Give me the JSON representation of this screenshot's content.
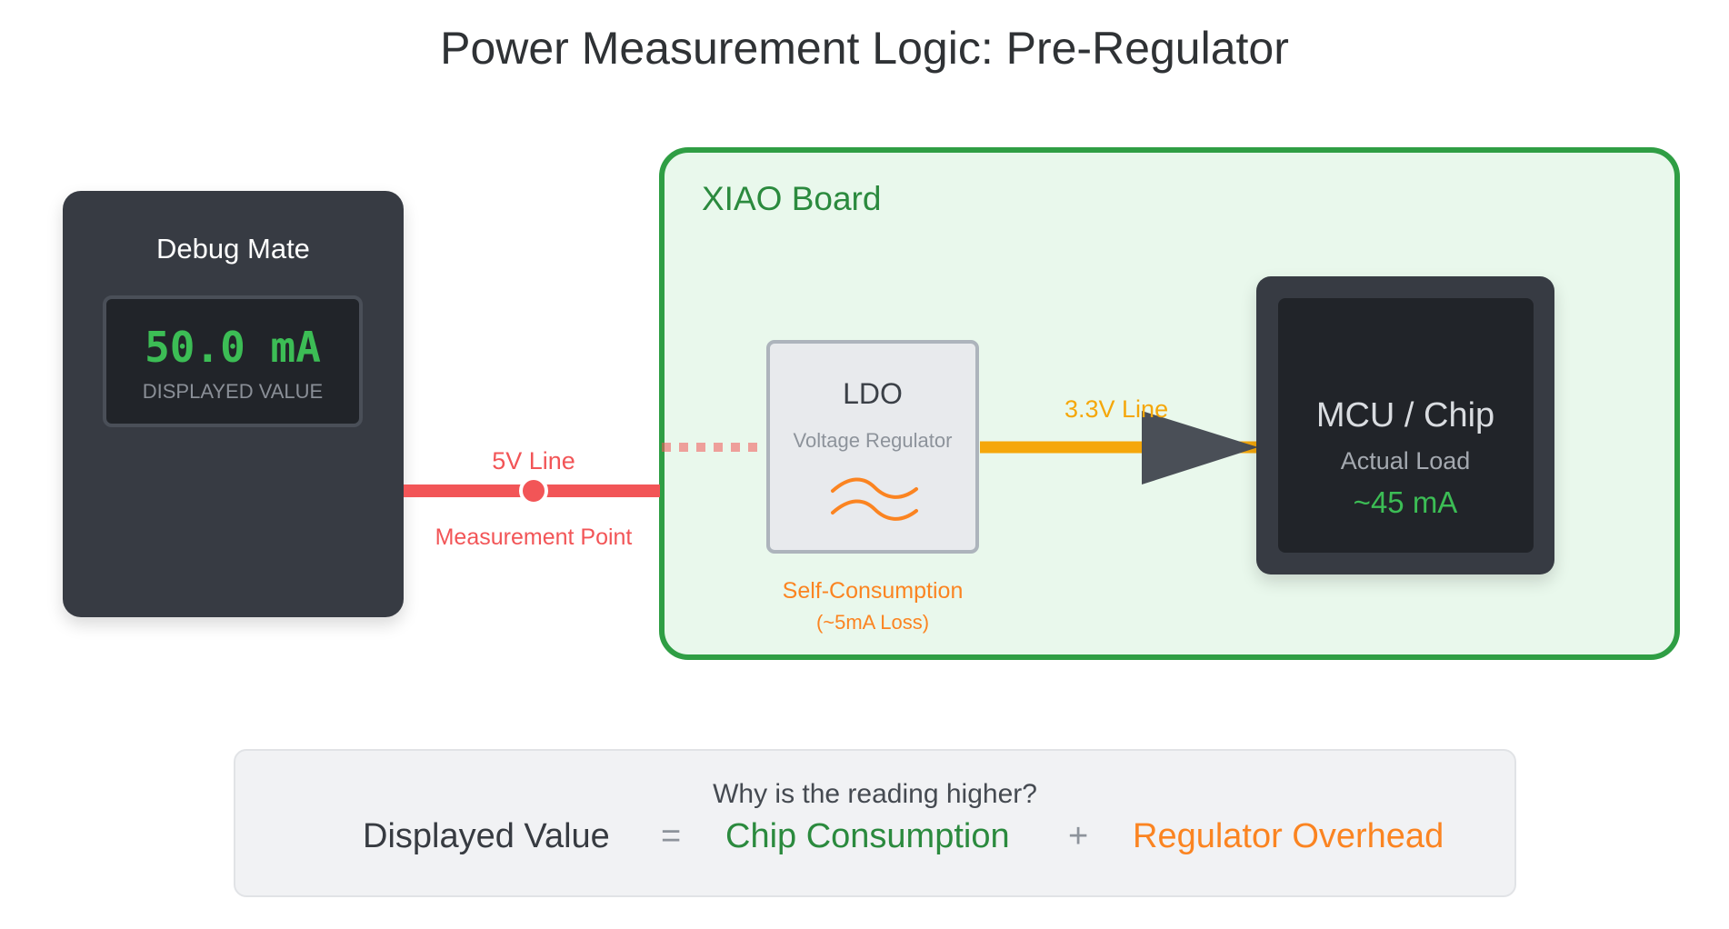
{
  "title": "Power Measurement Logic: Pre-Regulator",
  "debug_mate": {
    "title": "Debug Mate",
    "reading": "50.0 mA",
    "reading_label": "DISPLAYED VALUE"
  },
  "lines": {
    "five_volt_label": "5V Line",
    "measurement_point_label": "Measurement Point",
    "three_volt_label": "3.3V Line"
  },
  "board": {
    "title": "XIAO Board",
    "ldo": {
      "title": "LDO",
      "subtitle": "Voltage Regulator",
      "icon": "sine-wave-icon",
      "note_title": "Self-Consumption",
      "note_detail": "(~5mA Loss)"
    },
    "mcu": {
      "title": "MCU / Chip",
      "subtitle": "Actual Load",
      "value": "~45 mA"
    }
  },
  "summary": {
    "question": "Why is the reading higher?",
    "lhs": "Displayed Value",
    "equals": "=",
    "term1": "Chip Consumption",
    "plus": "+",
    "term2": "Regulator Overhead"
  },
  "colors": {
    "five_volt_line": "#f25557",
    "three_volt_line": "#f5a70a",
    "board_border": "#2f9e44",
    "board_fill": "#e9f8ec",
    "reading_green": "#3cbd55",
    "regulator_orange": "#fb8421",
    "device_dark": "#373b43"
  }
}
